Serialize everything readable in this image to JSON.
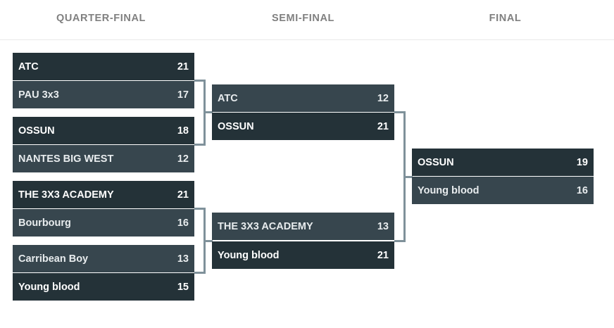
{
  "rounds": {
    "quarter_final": "QUARTER-FINAL",
    "semi_final": "SEMI-FINAL",
    "final": "FINAL"
  },
  "colors": {
    "winner_bg": "#243238",
    "loser_bg": "#37464e",
    "connector": "#7f919a",
    "header_text": "#808080"
  },
  "quarter_finals": [
    {
      "team1": {
        "name": "ATC",
        "score": "21"
      },
      "team2": {
        "name": "PAU 3x3",
        "score": "17"
      }
    },
    {
      "team1": {
        "name": "OSSUN",
        "score": "18"
      },
      "team2": {
        "name": "NANTES BIG WEST",
        "score": "12"
      }
    },
    {
      "team1": {
        "name": "THE 3X3 ACADEMY",
        "score": "21"
      },
      "team2": {
        "name": "Bourbourg",
        "score": "16"
      }
    },
    {
      "team1": {
        "name": "Carribean Boy",
        "score": "13"
      },
      "team2": {
        "name": "Young blood",
        "score": "15"
      }
    }
  ],
  "semi_finals": [
    {
      "team1": {
        "name": "ATC",
        "score": "12"
      },
      "team2": {
        "name": "OSSUN",
        "score": "21"
      }
    },
    {
      "team1": {
        "name": "THE 3X3 ACADEMY",
        "score": "13"
      },
      "team2": {
        "name": "Young blood",
        "score": "21"
      }
    }
  ],
  "final": {
    "team1": {
      "name": "OSSUN",
      "score": "19"
    },
    "team2": {
      "name": "Young blood",
      "score": "16"
    }
  }
}
